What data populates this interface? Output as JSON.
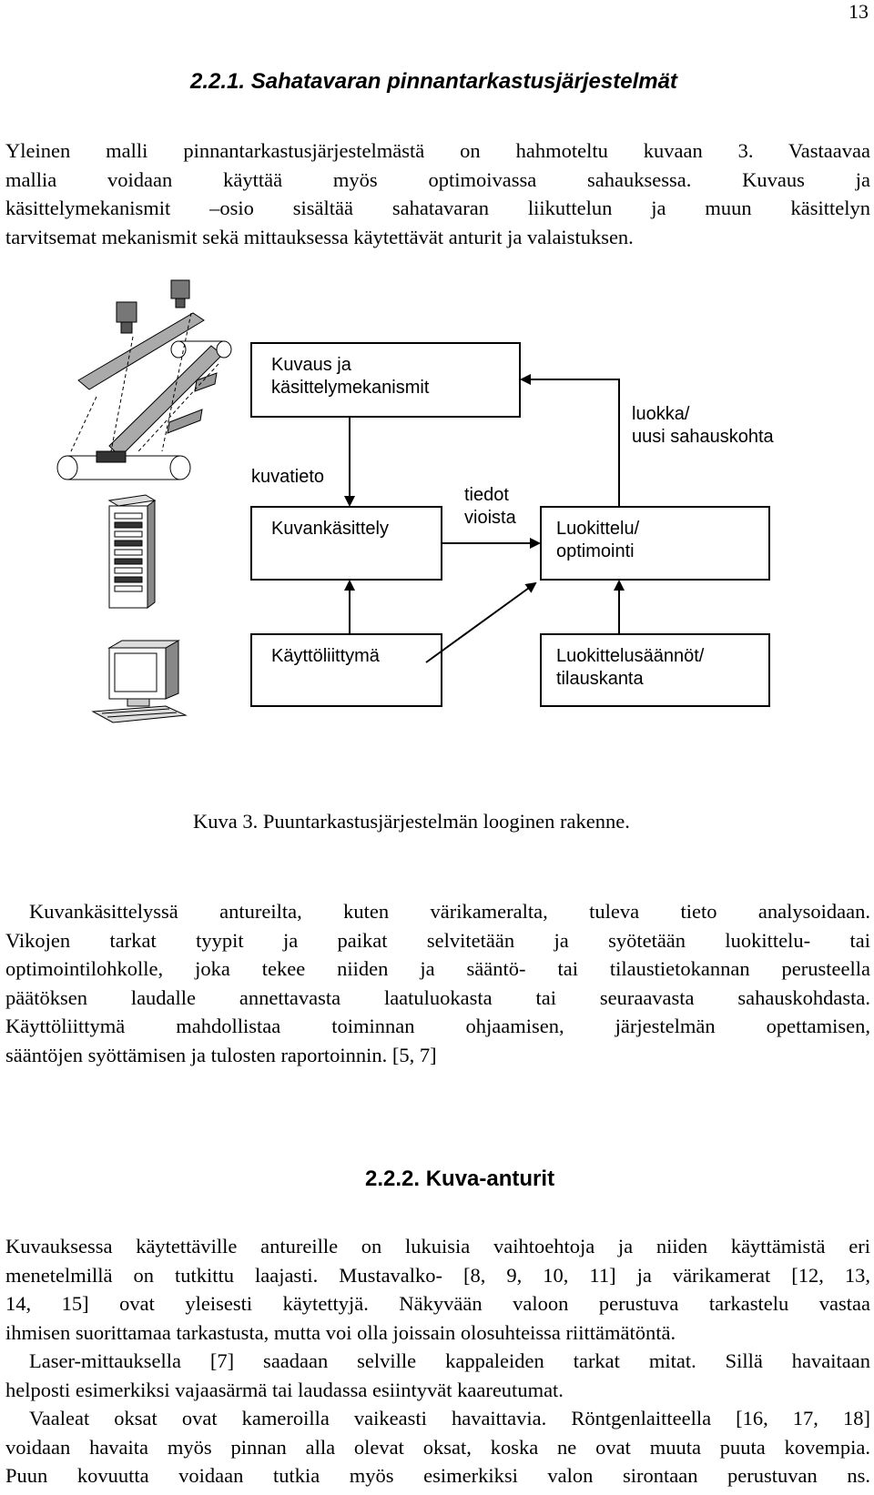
{
  "page_number": "13",
  "section1": {
    "heading": "2.2.1. Sahatavaran pinnantarkastusjärjestelmät",
    "intro_lines": [
      "Yleinen malli pinnantarkastusjärjestelmästä on hahmoteltu kuvaan 3. Vastaavaa",
      "mallia voidaan käyttää myös optimoivassa sahauksessa. Kuvaus ja",
      "käsittelymekanismit –osio sisältää sahatavaran liikuttelun ja muun käsittelyn",
      "tarvitsemat mekanismit sekä mittauksessa käytettävät anturit ja valaistuksen."
    ]
  },
  "diagram": {
    "box_imaging": [
      "Kuvaus ja",
      "käsittelymekanismit"
    ],
    "box_processing": "Kuvankäsittely",
    "box_classification": [
      "Luokittelu/",
      "optimointi"
    ],
    "box_ui": "Käyttöliittymä",
    "box_rules": [
      "Luokittelusäännöt/",
      "tilauskanta"
    ],
    "label_image_data": "kuvatieto",
    "label_defect_data": [
      "tiedot",
      "vioista"
    ],
    "label_class": [
      "luokka/",
      "uusi sahauskohta"
    ],
    "icons": [
      "conveyor-camera-icon",
      "server-tower-icon",
      "computer-terminal-icon"
    ]
  },
  "caption": "Kuva 3. Puuntarkastusjärjestelmän looginen rakenne.",
  "para2_lines": [
    "Kuvankäsittelyssä antureilta, kuten värikameralta, tuleva tieto analysoidaan.",
    "Vikojen tarkat tyypit ja paikat selvitetään ja syötetään luokittelu- tai",
    "optimointilohkolle, joka tekee niiden ja sääntö- tai tilaustietokannan perusteella",
    "päätöksen laudalle annettavasta laatuluokasta tai seuraavasta sahauskohdasta.",
    "Käyttöliittymä mahdollistaa toiminnan ohjaamisen, järjestelmän opettamisen,",
    "sääntöjen syöttämisen ja tulosten raportoinnin. [5, 7]"
  ],
  "section2": {
    "heading": "2.2.2. Kuva-anturit",
    "p1_lines": [
      "Kuvauksessa käytettäville antureille on lukuisia vaihtoehtoja ja niiden käyttämistä eri",
      "menetelmillä on tutkittu laajasti. Mustavalko- [8, 9, 10, 11] ja värikamerat [12, 13,",
      "14, 15] ovat yleisesti käytettyjä. Näkyvään valoon perustuva tarkastelu vastaa",
      "ihmisen suorittamaa tarkastusta, mutta voi olla joissain olosuhteissa riittämätöntä."
    ],
    "p2_lines": [
      "Laser-mittauksella [7] saadaan selville kappaleiden tarkat mitat. Sillä havaitaan",
      "helposti esimerkiksi vajaasärmä tai laudassa esiintyvät kaareutumat."
    ],
    "p3_lines": [
      "Vaaleat oksat ovat kameroilla vaikeasti havaittavia. Röntgenlaitteella [16, 17, 18]",
      "voidaan havaita myös pinnan alla olevat oksat, koska ne ovat muuta puuta kovempia.",
      "Puun kovuutta voidaan tutkia myös esimerkiksi valon sirontaan perustuvan ns."
    ]
  }
}
